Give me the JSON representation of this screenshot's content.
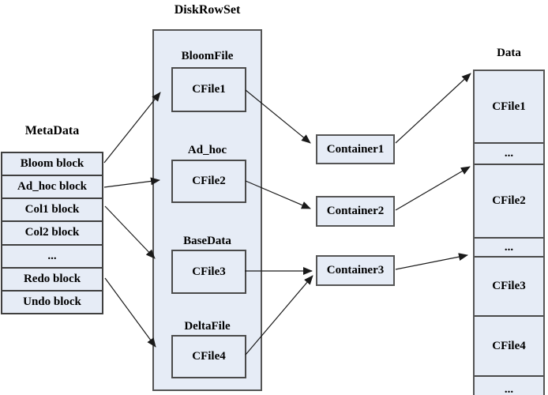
{
  "titles": {
    "metadata": "MetaData",
    "diskrowset": "DiskRowSet",
    "data": "Data"
  },
  "metadata_rows": [
    "Bloom block",
    "Ad_hoc block",
    "Col1 block",
    "Col2 block",
    "...",
    "Redo block",
    "Undo block"
  ],
  "diskrowset_sections": [
    {
      "label": "BloomFile",
      "cfile": "CFile1"
    },
    {
      "label": "Ad_hoc",
      "cfile": "CFile2"
    },
    {
      "label": "BaseData",
      "cfile": "CFile3"
    },
    {
      "label": "DeltaFile",
      "cfile": "CFile4"
    }
  ],
  "containers": [
    {
      "label": "Container1"
    },
    {
      "label": "Container2"
    },
    {
      "label": "Container3"
    }
  ],
  "data_rows": [
    "CFile1",
    "...",
    "CFile2",
    "...",
    "CFile3",
    "CFile4",
    "..."
  ],
  "colors": {
    "box_fill": "#e6ecf6",
    "box_border": "#4a4a4a",
    "arrow": "#1a1a1a",
    "background": "#ffffff"
  }
}
